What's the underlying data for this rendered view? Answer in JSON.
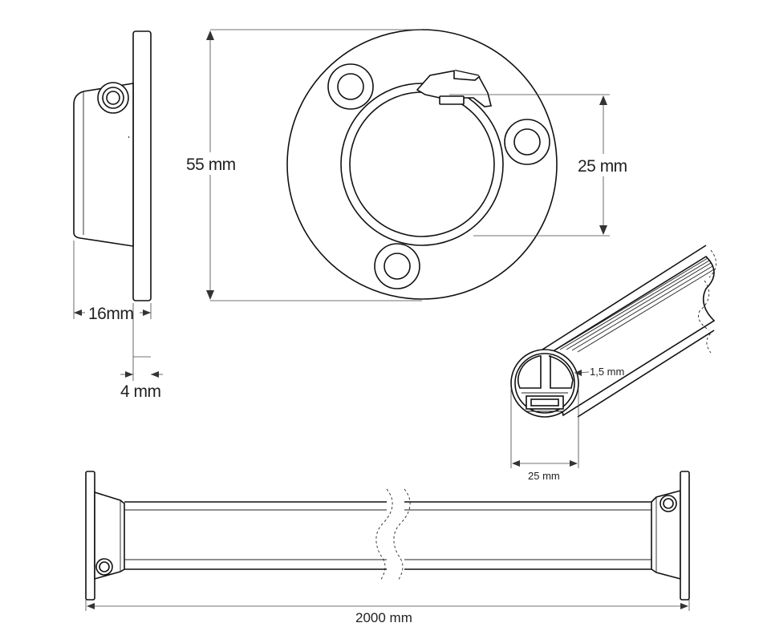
{
  "dimensions": {
    "flange_height": "55 mm",
    "tube_diameter": "25 mm",
    "flange_depth": "16mm",
    "plate_thickness": "4 mm",
    "profile_wall": "1,5 mm",
    "profile_diameter": "25 mm",
    "rail_length": "2000 mm"
  }
}
